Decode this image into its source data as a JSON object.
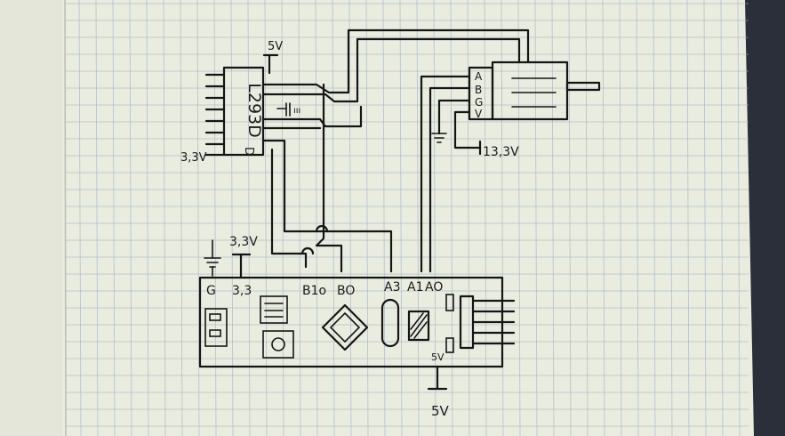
{
  "ic": {
    "part_label": "L293D",
    "notch_label": "D"
  },
  "supply": {
    "ic_top": "5V",
    "ic_left": "3,3V",
    "motor_right": "13,3V",
    "board_top": "3,3V",
    "board_bottom": "5V",
    "board_inner": "5V"
  },
  "motor": {
    "pins": [
      "A",
      "B",
      "G",
      "V"
    ]
  },
  "board": {
    "pins": [
      {
        "key": "g",
        "label": "G"
      },
      {
        "key": "v33",
        "label": "3,3"
      },
      {
        "key": "b10",
        "label": "B1o"
      },
      {
        "key": "b0",
        "label": "BO"
      },
      {
        "key": "a3",
        "label": "A3"
      },
      {
        "key": "a1",
        "label": "A1"
      },
      {
        "key": "a0",
        "label": "AO"
      }
    ]
  },
  "colors": {
    "paper": "#e9ecdf",
    "ink": "#151515",
    "grid": "#9fb5c6",
    "background": "#1c1c22"
  }
}
